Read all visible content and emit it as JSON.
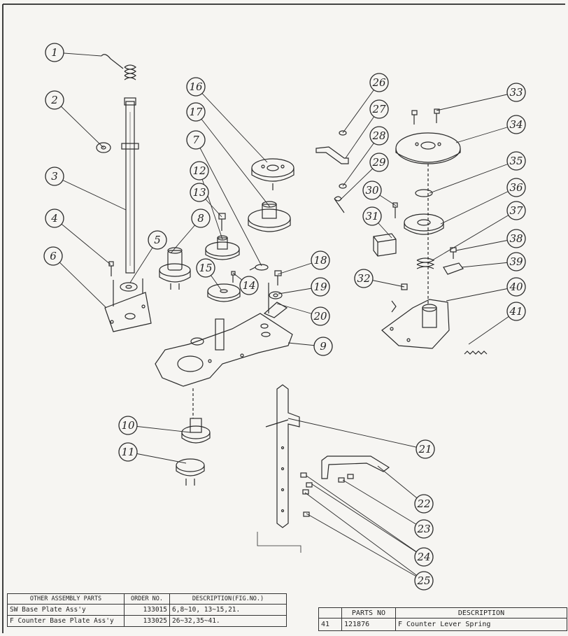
{
  "callouts": [
    "1",
    "2",
    "3",
    "4",
    "5",
    "6",
    "7",
    "8",
    "9",
    "10",
    "11",
    "12",
    "13",
    "14",
    "15",
    "16",
    "17",
    "18",
    "19",
    "20",
    "21",
    "22",
    "23",
    "24",
    "25",
    "26",
    "27",
    "28",
    "29",
    "30",
    "31",
    "32",
    "33",
    "34",
    "35",
    "36",
    "37",
    "38",
    "39",
    "40",
    "41"
  ],
  "assembly_table": {
    "headers": [
      "OTHER ASSEMBLY PARTS",
      "ORDER NO.",
      "DESCRIPTION(FIG.NO.)"
    ],
    "rows": [
      {
        "name": "SW Base Plate Ass'y",
        "order": "133015",
        "desc": "6,8~10, 13~15,21."
      },
      {
        "name": "F Counter Base Plate Ass'y",
        "order": "133025",
        "desc": "26~32,35~41."
      }
    ]
  },
  "parts_table": {
    "headers": [
      "",
      "PARTS NO",
      "DESCRIPTION"
    ],
    "rows": [
      {
        "fig": "41",
        "part": "121876",
        "desc": "F Counter Lever Spring"
      }
    ]
  }
}
